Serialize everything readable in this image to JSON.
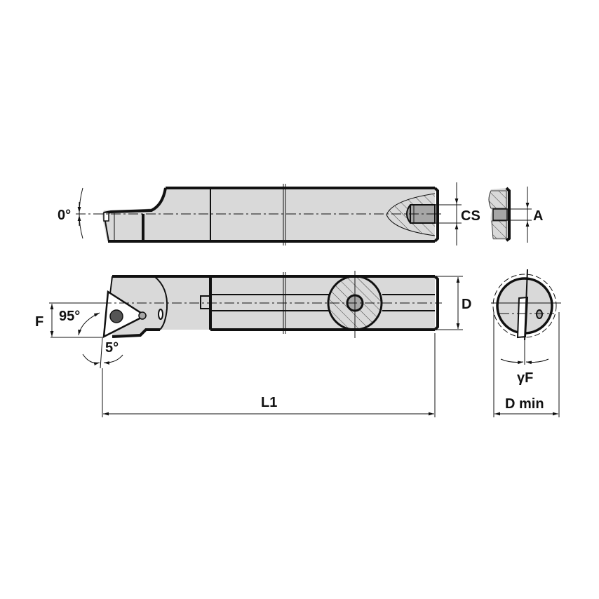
{
  "drawing": {
    "title": "Boring bar technical drawing",
    "views": [
      "side-view",
      "top-view",
      "end-view-cs",
      "end-view-dmin"
    ],
    "colors": {
      "background": "#ffffff",
      "body": "#d9d9d9",
      "coolant": "#a6a6a6",
      "line": "#111111"
    }
  },
  "labels": {
    "angle_top": "0°",
    "coolant_size": "CS",
    "coolant_a": "A",
    "func_height": "F",
    "lead_angle": "95°",
    "clearance_angle": "5°",
    "diameter": "D",
    "length": "L1",
    "rake_angle": "γF",
    "min_bore": "D min",
    "end_mark": "0"
  }
}
